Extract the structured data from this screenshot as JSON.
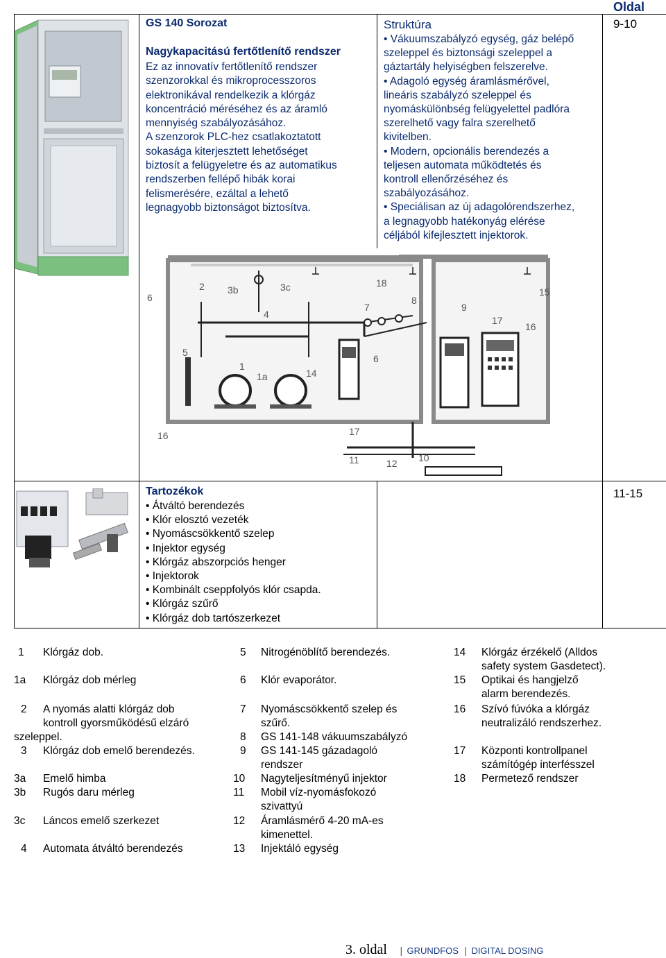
{
  "header": {
    "series_title": "GS 140 Sorozat",
    "subtitle": "Nagykapacitású fertőtlenítő rendszer",
    "intro_lines": [
      "Ez az innovatív fertőtlenítő rendszer",
      "szenzorokkal és mikroprocesszoros",
      "elektronikával rendelkezik a klórgáz",
      "koncentráció méréséhez és az áramló",
      "mennyiség szabályozásához.",
      "A szenzorok PLC-hez csatlakoztatott",
      "sokasága kiterjesztett lehetőséget",
      "biztosít a felügyeletre és az automatikus",
      "rendszerben fellépő hibák korai",
      "felismerésére, ezáltal a lehető",
      "legnagyobb biztonságot biztosítva."
    ],
    "page_col_label": "Oldal",
    "page_ref_1": "9-10",
    "page_ref_2": "11-15"
  },
  "structure": {
    "title": "Struktúra",
    "lines": [
      "• Vákuumszabályzó egység, gáz belépő",
      "szeleppel és biztonsági szeleppel a",
      "gáztartály helyiségben felszerelve.",
      "• Adagoló egység áramlásmérővel,",
      "lineáris szabályzó szeleppel és",
      "nyomáskülönbség felügyelettel padlóra",
      "szerelhető vagy falra szerelhető",
      "kivitelben.",
      "• Modern, opcionális berendezés a",
      "teljesen automata működtetés és",
      "kontroll ellenőrzéséhez és",
      "szabályozásához.",
      "• Speciálisan az új adagolórendszerhez,",
      "a legnagyobb hatékonyág elérése",
      "céljából kifejlesztett injektorok."
    ]
  },
  "diagram_labels": {
    "l1": "1",
    "l1a": "1a",
    "l2": "2",
    "l3b": "3b",
    "l3c": "3c",
    "l4": "4",
    "l5": "5",
    "l6a": "6",
    "l6b": "6",
    "l7": "7",
    "l8": "8",
    "l9": "9",
    "l10": "10",
    "l11": "11",
    "l12": "12",
    "l14": "14",
    "l15": "15",
    "l16a": "16",
    "l16b": "16",
    "l17a": "17",
    "l17b": "17",
    "l18": "18"
  },
  "accessories": {
    "title": "Tartozékok",
    "items": [
      "Átváltó berendezés",
      "Klór elosztó vezeték",
      "Nyomáscsökkentő szelep",
      "Injektor egység",
      "Klórgáz abszorpciós henger",
      "Injektorok",
      "Kombinált cseppfolyós klór csapda.",
      "Klórgáz szűrő",
      "Klórgáz dob tartószerkezet"
    ]
  },
  "legend": {
    "col1": [
      {
        "num": "1",
        "lines": [
          "Klórgáz dob."
        ]
      },
      {
        "num": "1a",
        "lines": [
          "Klórgáz dob mérleg"
        ]
      },
      {
        "num": "2",
        "lines": [
          "A nyomás alatti klórgáz dob",
          "kontroll gyorsműködésű elzáró",
          "szeleppel."
        ]
      },
      {
        "num": "3",
        "lines": [
          "Klórgáz dob emelő berendezés."
        ]
      },
      {
        "num": "3a",
        "lines": [
          "Emelő himba"
        ]
      },
      {
        "num": "3b",
        "lines": [
          "Rugós daru mérleg"
        ]
      },
      {
        "num": "3c",
        "lines": [
          "Láncos emelő szerkezet"
        ]
      },
      {
        "num": "4",
        "lines": [
          "Automata átváltó berendezés"
        ]
      }
    ],
    "col2": [
      {
        "num": "5",
        "lines": [
          "Nitrogénöblítő berendezés."
        ]
      },
      {
        "num": "6",
        "lines": [
          "Klór evaporátor."
        ]
      },
      {
        "num": "7",
        "lines": [
          "Nyomáscsökkentő szelep és",
          "szűrő."
        ]
      },
      {
        "num": "8",
        "lines": [
          "GS 141-148 vákuumszabályzó"
        ]
      },
      {
        "num": "9",
        "lines": [
          "GS 141-145 gázadagoló",
          "rendszer"
        ]
      },
      {
        "num": "10",
        "lines": [
          "Nagyteljesítményű injektor"
        ]
      },
      {
        "num": "11",
        "lines": [
          "Mobil víz-nyomásfokozó",
          "szivattyú"
        ]
      },
      {
        "num": "12",
        "lines": [
          "Áramlásmérő 4-20 mA-es",
          "kimenettel."
        ]
      },
      {
        "num": "13",
        "lines": [
          "Injektáló egység"
        ]
      }
    ],
    "col3": [
      {
        "num": "14",
        "lines": [
          "Klórgáz érzékelő (Alldos",
          "safety system Gasdetect)."
        ]
      },
      {
        "num": "15",
        "lines": [
          "Optikai és hangjelző",
          "alarm berendezés."
        ]
      },
      {
        "num": "16",
        "lines": [
          "Szívó fúvóka a klórgáz",
          "neutralizáló rendszerhez."
        ]
      },
      {
        "num": "17",
        "lines": [
          "Központi kontrollpanel",
          "számítógép interfésszel"
        ]
      },
      {
        "num": "18",
        "lines": [
          "Permetező rendszer"
        ]
      }
    ]
  },
  "footer": {
    "page": "3. oldal",
    "sep1": "|",
    "brand": "GRUNDFOS",
    "sep2": "|",
    "product": "DIGITAL DOSING"
  }
}
